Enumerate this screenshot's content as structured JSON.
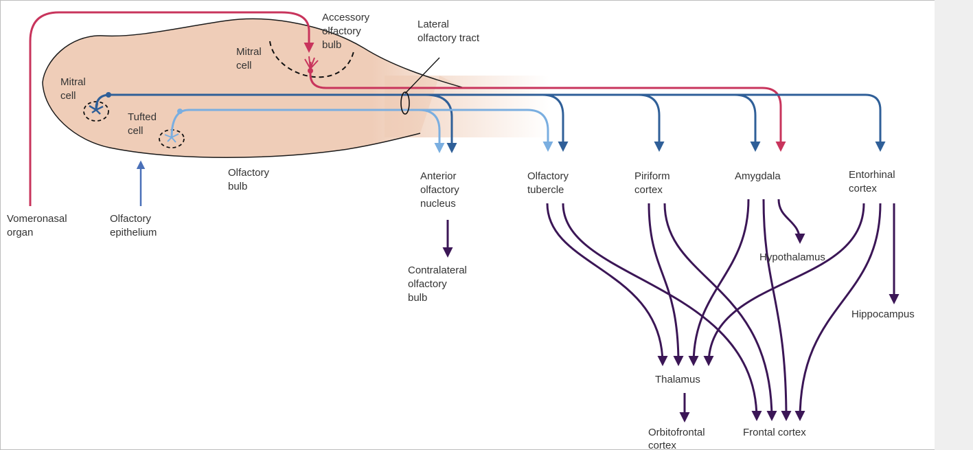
{
  "labels": {
    "accessory_bulb": [
      "Accessory",
      "olfactory",
      "bulb"
    ],
    "lateral_tract": [
      "Lateral",
      "olfactory tract"
    ],
    "mitral_accessory": [
      "Mitral",
      "cell"
    ],
    "mitral_main": [
      "Mitral",
      "cell"
    ],
    "tufted": [
      "Tufted",
      "cell"
    ],
    "olfactory_bulb": [
      "Olfactory",
      "bulb"
    ],
    "vomeronasal": [
      "Vomeronasal",
      "organ"
    ],
    "epithelium": [
      "Olfactory",
      "epithelium"
    ],
    "anterior_nucleus": [
      "Anterior",
      "olfactory",
      "nucleus"
    ],
    "contralateral": [
      "Contralateral",
      "olfactory",
      "bulb"
    ],
    "tubercle": [
      "Olfactory",
      "tubercle"
    ],
    "piriform": [
      "Piriform",
      "cortex"
    ],
    "amygdala": [
      "Amygdala"
    ],
    "entorhinal": [
      "Entorhinal",
      "cortex"
    ],
    "hypothalamus": [
      "Hypothalamus"
    ],
    "hippocampus": [
      "Hippocampus"
    ],
    "thalamus": [
      "Thalamus"
    ],
    "orbitofrontal": [
      "Orbitofrontal",
      "cortex"
    ],
    "frontal": [
      "Frontal cortex"
    ]
  },
  "colors": {
    "bulb_fill": "#efcdb8",
    "bulb_outline": "#1a1a1a",
    "accessory_path": "#c8345c",
    "mitral_path": "#2f5f98",
    "tufted_path": "#7aaee0",
    "secondary_path": "#3b1656",
    "epithelium_arrow": "#4a70b8"
  }
}
